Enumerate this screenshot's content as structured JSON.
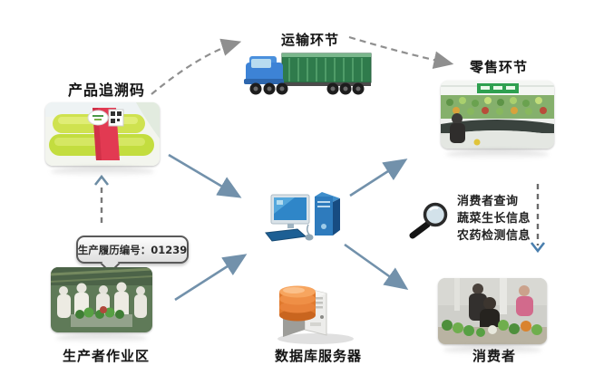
{
  "diagram": {
    "nodes": {
      "product_code": {
        "label": "产品追溯码"
      },
      "transport": {
        "label": "运输环节"
      },
      "retail": {
        "label": "零售环节"
      },
      "producer": {
        "label": "生产者作业区"
      },
      "database_server": {
        "label": "数据库服务器"
      },
      "consumer": {
        "label": "消费者"
      }
    },
    "callout": {
      "text": "生产履历编号：01239"
    },
    "query": {
      "lines": [
        "消费者查询",
        "蔬菜生长信息",
        "农药检测信息"
      ]
    },
    "colors": {
      "solid_arrow": "#7291ab",
      "dashed_arrow": "#8f8f8f",
      "label_text": "#141414",
      "database_orange": "#e07a2e",
      "computer_blue": "#2e7bbd",
      "truck_cab_blue": "#3d83d6",
      "truck_trailer_green": "#2f7b4c",
      "retail_sign_green": "#2fa050",
      "product_band_red": "#e23a52"
    }
  }
}
